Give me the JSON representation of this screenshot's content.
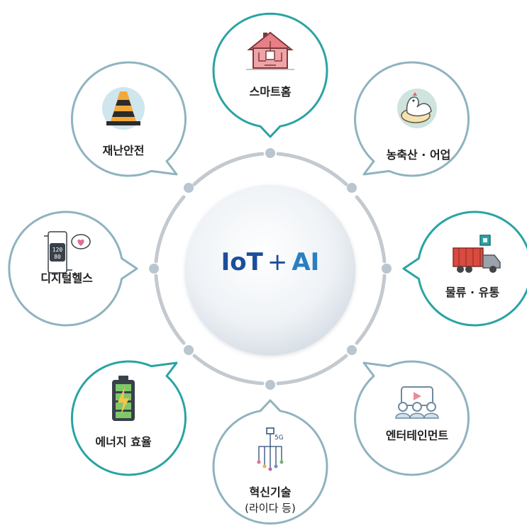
{
  "center": {
    "iot": "IoT",
    "plus": "+",
    "ai": "AI"
  },
  "nodes": {
    "smart_home": {
      "label": "스마트홈",
      "icon": "smart-home-icon",
      "color": "#2aa3a4"
    },
    "agri_fish": {
      "label": "농축산 · 어업",
      "icon": "chicken-icon",
      "color": "#2aa3a4"
    },
    "logistics": {
      "label": "물류 · 유통",
      "icon": "truck-chip-icon",
      "color": "#2aa3a4"
    },
    "entertainment": {
      "label": "엔터테인먼트",
      "icon": "video-audience-icon",
      "color": "#8fb3bf"
    },
    "innovation": {
      "label": "혁신기술",
      "sub": "(라이다 등)",
      "icon": "5g-circuit-icon",
      "color": "#8fb3bf"
    },
    "energy": {
      "label": "에너지 효율",
      "icon": "battery-icon",
      "color": "#2aa3a4"
    },
    "digital_health": {
      "label": "디지털헬스",
      "icon": "smartwatch-heart-icon",
      "color": "#8fb3bf"
    },
    "disaster": {
      "label": "재난안전",
      "icon": "traffic-cone-icon",
      "color": "#8fb3bf"
    }
  }
}
